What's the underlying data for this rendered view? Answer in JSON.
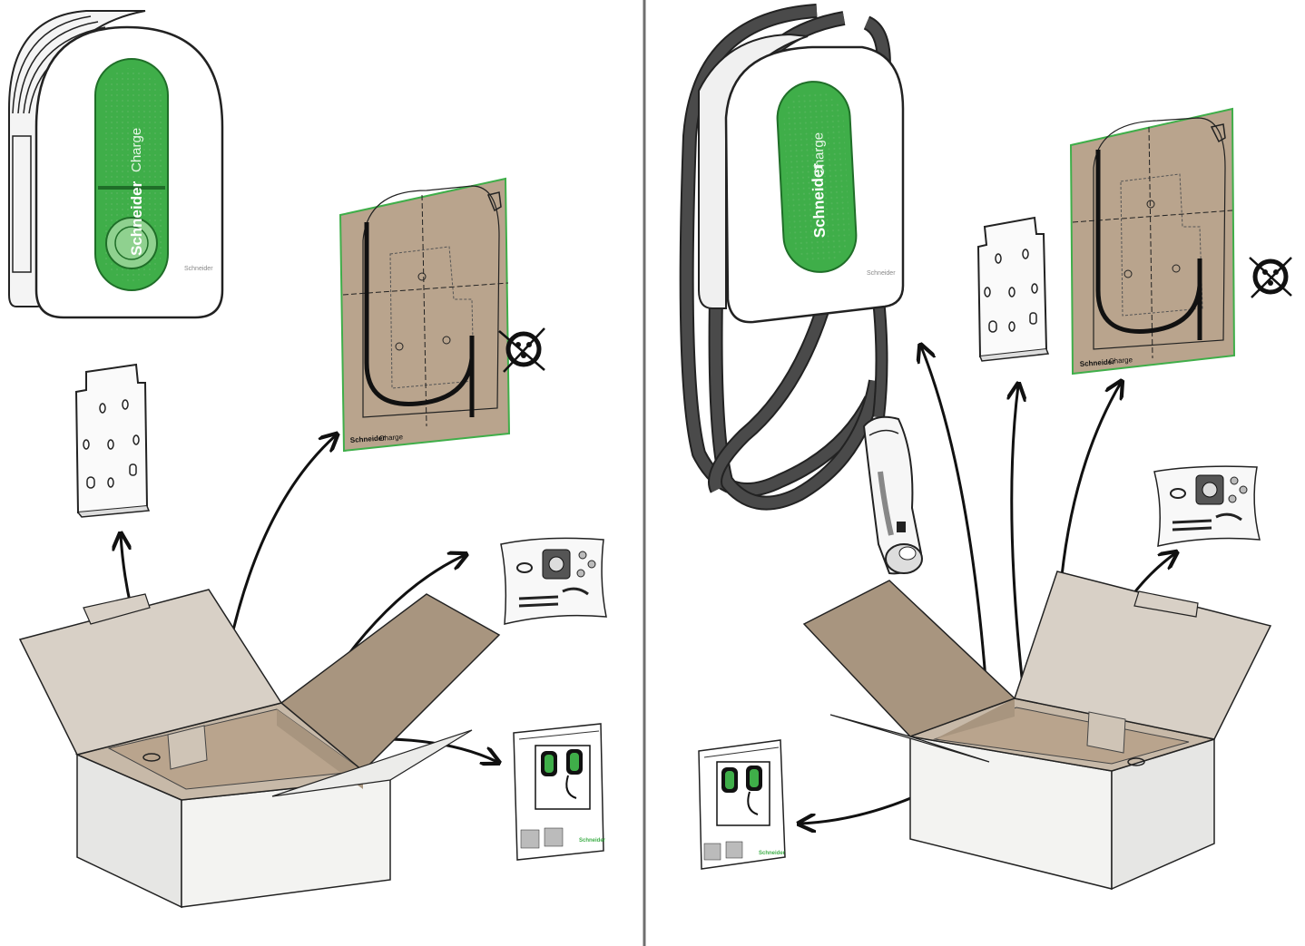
{
  "left_panel": {
    "charger_brand": "Schneider",
    "charger_label": "Charge",
    "charger_logo": "Schneider",
    "template_brand": "Schneider",
    "template_label": "Charge",
    "guide_logo": "Schneider"
  },
  "right_panel": {
    "charger_brand": "Schneider",
    "charger_label": "Charge",
    "charger_logo": "Schneider",
    "template_brand": "Schneider",
    "template_label": "Charge",
    "guide_logo": "Schneider"
  },
  "colors": {
    "accent_green": "#3fae49",
    "light_green": "#8fd18f",
    "cardboard": "#b9a48d",
    "cardboard_dark": "#a8957f",
    "cardboard_light": "#d8d0c6",
    "box_side": "#ececea",
    "cable": "#4a4a4a",
    "divider": "#6f6f6f"
  },
  "icons": [
    "wall-charger-icon",
    "mounting-bracket-icon",
    "drilling-template-icon",
    "no-drill-socket-icon",
    "accessory-kit-icon",
    "user-guide-icon",
    "open-box-icon",
    "unpack-arrow-icon",
    "tethered-cable-icon",
    "connector-plug-icon"
  ]
}
